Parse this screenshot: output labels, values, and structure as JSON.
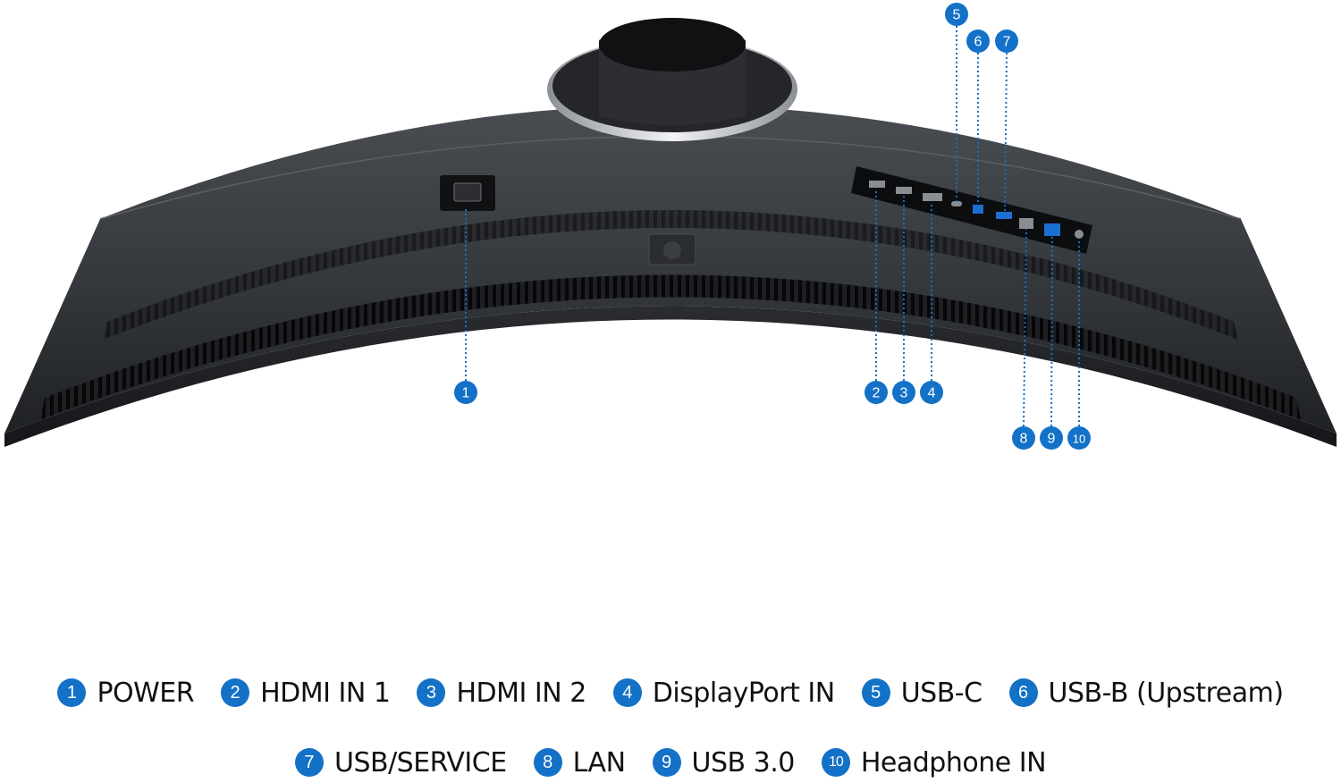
{
  "accent_color": "#1371c7",
  "callouts": [
    {
      "number": "1",
      "label": "POWER"
    },
    {
      "number": "2",
      "label": "HDMI IN 1"
    },
    {
      "number": "3",
      "label": "HDMI IN 2"
    },
    {
      "number": "4",
      "label": "DisplayPort IN"
    },
    {
      "number": "5",
      "label": "USB-C"
    },
    {
      "number": "6",
      "label": "USB-B (Upstream)"
    },
    {
      "number": "7",
      "label": "USB/SERVICE"
    },
    {
      "number": "8",
      "label": "LAN"
    },
    {
      "number": "9",
      "label": "USB 3.0"
    },
    {
      "number": "10",
      "label": "Headphone IN"
    }
  ]
}
